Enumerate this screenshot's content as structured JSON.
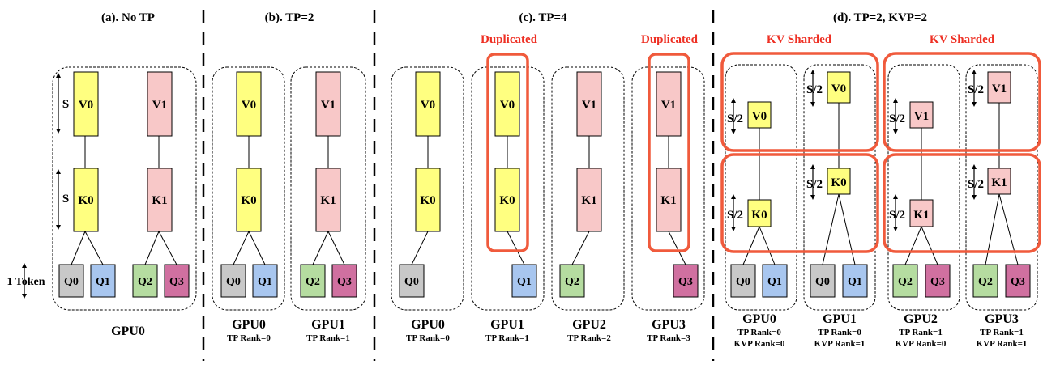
{
  "colors": {
    "v_k_yellow": "#ffff80",
    "v_k_pink": "#f8c8c8",
    "q_gray": "#c8c8c8",
    "q_blue": "#a8c6ef",
    "q_green": "#b5dca0",
    "q_pink": "#d070a0",
    "highlight_red": "#f05a3c",
    "label_red": "#ee3024"
  },
  "panels": {
    "a": {
      "title": "(a). No TP",
      "s_label_v": "S",
      "s_label_k": "S",
      "token_label": "1 Token",
      "v0": "V0",
      "k0": "K0",
      "v1": "V1",
      "k1": "K1",
      "q0": "Q0",
      "q1": "Q1",
      "q2": "Q2",
      "q3": "Q3",
      "gpu": "GPU0"
    },
    "b": {
      "title": "(b). TP=2",
      "v0": "V0",
      "k0": "K0",
      "v1": "V1",
      "k1": "K1",
      "q0": "Q0",
      "q1": "Q1",
      "q2": "Q2",
      "q3": "Q3",
      "gpus": [
        {
          "name": "GPU0",
          "rank": "TP Rank=0"
        },
        {
          "name": "GPU1",
          "rank": "TP Rank=1"
        }
      ]
    },
    "c": {
      "title": "(c). TP=4",
      "dup_label": "Duplicated",
      "v0": "V0",
      "k0": "K0",
      "v1": "V1",
      "k1": "K1",
      "q0": "Q0",
      "q1": "Q1",
      "q2": "Q2",
      "q3": "Q3",
      "gpus": [
        {
          "name": "GPU0",
          "rank": "TP Rank=0"
        },
        {
          "name": "GPU1",
          "rank": "TP Rank=1"
        },
        {
          "name": "GPU2",
          "rank": "TP Rank=2"
        },
        {
          "name": "GPU3",
          "rank": "TP Rank=3"
        }
      ]
    },
    "d": {
      "title": "(d). TP=2, KVP=2",
      "kv_label": "KV Sharded",
      "s2": "S/2",
      "v0": "V0",
      "k0": "K0",
      "v1": "V1",
      "k1": "K1",
      "q0": "Q0",
      "q1": "Q1",
      "q2": "Q2",
      "q3": "Q3",
      "gpus": [
        {
          "name": "GPU0",
          "rank": "TP Rank=0",
          "kvp": "KVP Rank=0"
        },
        {
          "name": "GPU1",
          "rank": "TP Rank=0",
          "kvp": "KVP Rank=1"
        },
        {
          "name": "GPU2",
          "rank": "TP Rank=1",
          "kvp": "KVP Rank=0"
        },
        {
          "name": "GPU3",
          "rank": "TP Rank=1",
          "kvp": "KVP Rank=1"
        }
      ]
    }
  }
}
